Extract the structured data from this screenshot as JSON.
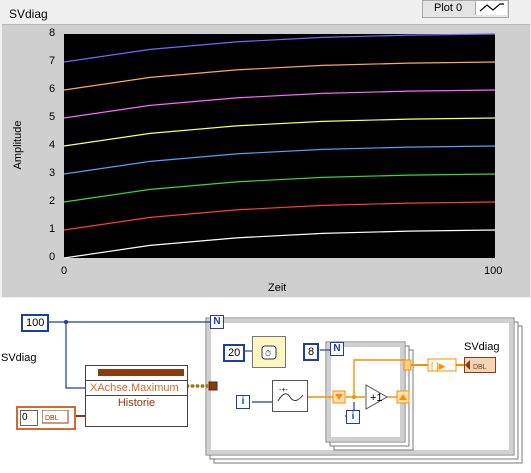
{
  "front_panel": {
    "graph_label": "SVdiag",
    "legend": {
      "plot_name": "Plot 0"
    },
    "graph": {
      "ylabel": "Amplitude",
      "xlabel": "Zeit",
      "y_ticks": [
        "0",
        "1",
        "2",
        "3",
        "4",
        "5",
        "6",
        "7",
        "8"
      ],
      "x_ticks": [
        "0",
        "100"
      ]
    }
  },
  "chart_data": {
    "type": "line",
    "xlabel": "Zeit",
    "ylabel": "Amplitude",
    "xlim": [
      0,
      100
    ],
    "ylim": [
      0,
      8
    ],
    "grid": false,
    "series": [
      {
        "x": [
          0,
          20,
          40,
          60,
          80,
          100
        ],
        "values": [
          0.0,
          0.45,
          0.72,
          0.88,
          0.96,
          1.0
        ],
        "color": "#ffffff"
      },
      {
        "x": [
          0,
          20,
          40,
          60,
          80,
          100
        ],
        "values": [
          1.0,
          1.45,
          1.72,
          1.88,
          1.96,
          2.0
        ],
        "color": "#ff3b3b"
      },
      {
        "x": [
          0,
          20,
          40,
          60,
          80,
          100
        ],
        "values": [
          2.0,
          2.45,
          2.72,
          2.88,
          2.96,
          3.0
        ],
        "color": "#3bd53b"
      },
      {
        "x": [
          0,
          20,
          40,
          60,
          80,
          100
        ],
        "values": [
          3.0,
          3.45,
          3.72,
          3.88,
          3.96,
          4.0
        ],
        "color": "#4aa3ff"
      },
      {
        "x": [
          0,
          20,
          40,
          60,
          80,
          100
        ],
        "values": [
          4.0,
          4.45,
          4.72,
          4.88,
          4.96,
          5.0
        ],
        "color": "#ffff66"
      },
      {
        "x": [
          0,
          20,
          40,
          60,
          80,
          100
        ],
        "values": [
          5.0,
          5.45,
          5.72,
          5.88,
          5.96,
          6.0
        ],
        "color": "#ff66ff"
      },
      {
        "x": [
          0,
          20,
          40,
          60,
          80,
          100
        ],
        "values": [
          6.0,
          6.45,
          6.72,
          6.88,
          6.96,
          7.0
        ],
        "color": "#ffa94d"
      },
      {
        "x": [
          0,
          20,
          40,
          60,
          80,
          100
        ],
        "values": [
          7.0,
          7.45,
          7.72,
          7.88,
          7.96,
          8.0
        ],
        "color": "#6a6aff"
      }
    ]
  },
  "block_diagram": {
    "const_100": "100",
    "const_20": "20",
    "const_8": "8",
    "const_0": "0",
    "loop_count_outer": "N",
    "loop_count_inner": "N",
    "iter_outer": "i",
    "iter_inner": "i",
    "prop_node": {
      "title": "SVdiag",
      "row1": "XAchse.Maximum",
      "row2": "Historie"
    },
    "indicator_label": "SVdiag",
    "colors": {
      "wire_int": "#1b3ea8",
      "wire_dbl": "#ff8c00",
      "wire_cluster": "#8b3a12"
    }
  }
}
